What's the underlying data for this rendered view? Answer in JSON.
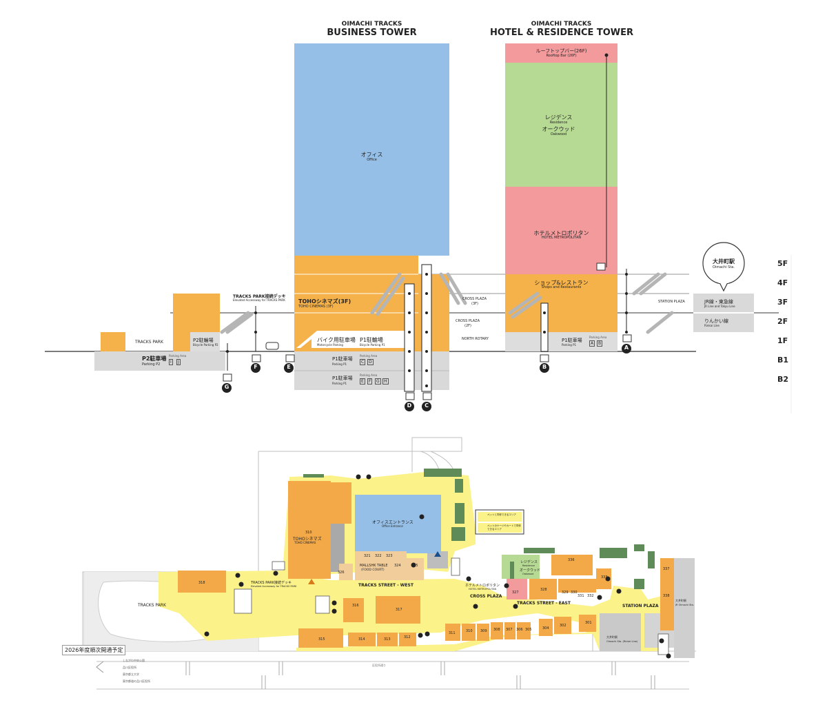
{
  "towers": {
    "business": {
      "brand": "OIMACHI TRACKS",
      "name": "BUSINESS TOWER",
      "office_jp": "オフィス",
      "office_en": "Office"
    },
    "hotel": {
      "brand": "OIMACHI TRACKS",
      "name": "HOTEL & RESIDENCE TOWER",
      "rooftop_jp": "ルーフトップバー(26F)",
      "rooftop_en": "Rooftop Bar (26F)",
      "residence_jp": "レジデンス",
      "residence_en": "Residence",
      "oakwood_jp": "オークウッド",
      "oakwood_en": "Oakwood",
      "hotel_jp": "ホテルメトロポリタン",
      "hotel_en": "HOTEL METROPOLITAN"
    }
  },
  "section": {
    "toho_jp": "TOHOシネマズ(3F)",
    "toho_en": "TOHO CINEMAS (3F)",
    "shops_jp": "ショップ&レストラン",
    "shops_en": "Shops and Restaurants",
    "tracks_deck_jp": "TRACKS PARK接続デッキ",
    "tracks_deck_en": "Elevated Accessway for TRACKS PARK",
    "tracks_park": "TRACKS PARK",
    "p2_bicycle_jp": "P2駐輪場",
    "p2_bicycle_en": "Bicycle Parking P2",
    "p2_parking_jp": "P2駐車場",
    "p2_parking_en": "Parking P2",
    "moto_jp": "バイク用駐車場",
    "moto_en": "Motorcycle Parking",
    "p1_bicycle_jp": "P1駐輪場",
    "p1_bicycle_en": "Bicycle Parking P1",
    "p1_parking_jp": "P1駐車場",
    "p1_parking_en": "Parking P1",
    "cross_plaza_3f": "CROSS PLAZA",
    "cross_plaza_3f_floor": "(3F)",
    "cross_plaza_2f": "CROSS PLAZA",
    "cross_plaza_2f_floor": "(2F)",
    "north_rotary": "NORTH ROTARY",
    "station_plaza": "STATION PLAZA",
    "station_jp": "大井町駅",
    "station_en": "Oimachi Sta.",
    "jr_jp": "JR線・東急線",
    "jr_en": "JR Line and Tokyu Line",
    "rinkai_jp": "りんかい線",
    "rinkai_en": "Rinkai Line",
    "parking_area_label": "Parking Area",
    "floors": [
      "5F",
      "4F",
      "3F",
      "2F",
      "1F",
      "B1",
      "B2"
    ],
    "entrances": [
      "A",
      "B",
      "C",
      "D",
      "E",
      "F",
      "G"
    ],
    "p1_area_letters_b1": [
      "C",
      "D"
    ],
    "p1_area_letters_b2": [
      "E",
      "F",
      "G",
      "H"
    ],
    "p1_area_letters_1f": [
      "A",
      "B"
    ],
    "p2_area_letters": [
      "I",
      "J"
    ]
  },
  "plan": {
    "tracks_park": "TRACKS PARK",
    "toho_jp": "TOHOシネマズ",
    "toho_en": "TOHO CINEMAS",
    "toho_no": "310",
    "office_entrance_jp": "オフィスエントランス",
    "office_entrance_en": "Office Entrance",
    "mallshk_jp": "MALLSHK TABLE",
    "mallshk_en": "(FOOD COURT)",
    "tracks_street_west": "TRACKS STREET - WEST",
    "tracks_street_east": "TRACKS STREET - EAST",
    "cross_plaza": "CROSS PLAZA",
    "station_plaza": "STATION PLAZA",
    "deck_jp": "TRACKS PARK接続デッキ",
    "deck_en": "Elevated Accessway for TRACKS PARK",
    "hotel_jp": "ホテルメトロポリタン",
    "hotel_en": "HOTEL METROPOLITAN",
    "residence_jp": "レジデンス",
    "residence_en": "Residence",
    "oakwood_jp": "オークウッド",
    "oakwood_en": "Oakwood",
    "opening_notice": "2026年度順次開通予定",
    "station_name_jp": "大井町駅",
    "station_name_en": "JR Oimachi Sta.",
    "rinkai_name_jp": "大井町駅",
    "rinkai_name_en": "Oimachi Sta. (Rinkai Line)",
    "road_label": "区役所通り",
    "legend_1": "ペットと同伴できるエリア",
    "legend_2": "ペットのケージやカートで同伴できるエリア",
    "west_notes": [
      "しながわ中央公園",
      "品川区役所",
      "東京都立大学",
      "東京都道の品川区役所"
    ],
    "units": [
      "318",
      "316",
      "317",
      "315",
      "314",
      "313",
      "312",
      "311",
      "310",
      "309",
      "308",
      "307",
      "306",
      "305",
      "304",
      "302",
      "301",
      "321",
      "322",
      "323",
      "324",
      "325",
      "326",
      "327",
      "328",
      "329",
      "330",
      "331",
      "332",
      "333",
      "336",
      "337",
      "338"
    ]
  }
}
